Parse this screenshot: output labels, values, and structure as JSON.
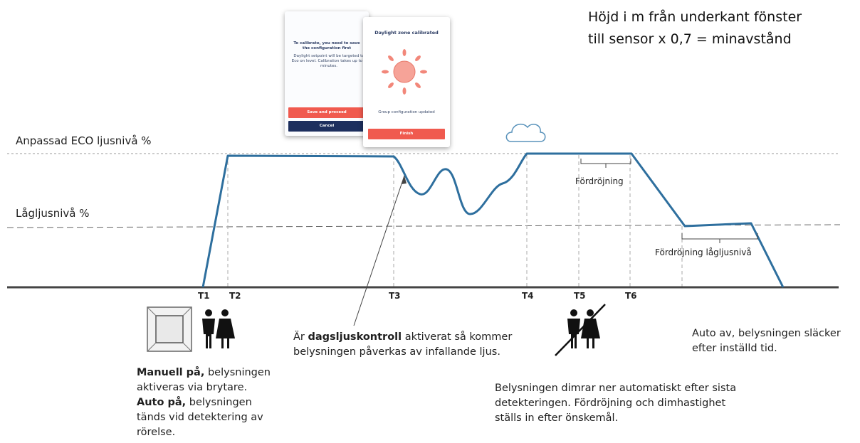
{
  "levels": {
    "eco_label": "Anpassad ECO ljusnivå %",
    "low_label": "Lågljusnivå %"
  },
  "time_markers": [
    "T1",
    "T2",
    "T3",
    "T4",
    "T5",
    "T6"
  ],
  "delay_labels": {
    "delay": "Fördröjning",
    "low_delay": "Fördröjning lågljusnivå"
  },
  "sensor_hint": {
    "line1": "Höjd i m från underkant fönster",
    "line2": "till sensor x 0,7 = minavstånd"
  },
  "dialog_left": {
    "title": "To calibrate, you need to save the configuration first",
    "body": "Daylight setpoint will be targeted to Eco on level. Calibration takes up to 5 minutes.",
    "primary_button": "Save and proceed",
    "secondary_button": "Cancel"
  },
  "dialog_right": {
    "title": "Daylight zone calibrated",
    "status": "Group configuration updated",
    "button": "Finish"
  },
  "notes": {
    "manual_bold": "Manuell på,",
    "manual_rest": " belysningen aktiveras via brytare.",
    "auto_bold": "Auto på,",
    "auto_rest": " belysningen tänds vid detektering av rörelse.",
    "daylight_pre": "Är ",
    "daylight_bold": "dagsljuskontroll",
    "daylight_rest": " aktiverat så kommer belysningen påverkas av infallande ljus.",
    "auto_off": "Auto av, belysningen släcker efter inställd tid.",
    "dimming": "Belysningen dimrar ner automatiskt efter sista detekteringen. Fördröjning och dimhastighet ställs in efter önskemål."
  },
  "colors": {
    "curve": "#2e6f9e",
    "button_red": "#f05a4f",
    "button_navy": "#1d2f5e",
    "sun": "#f2877a"
  },
  "icons": [
    "wall-switch-icon",
    "people-icon",
    "people-crossed-icon",
    "cloud-icon",
    "sun-icon"
  ]
}
